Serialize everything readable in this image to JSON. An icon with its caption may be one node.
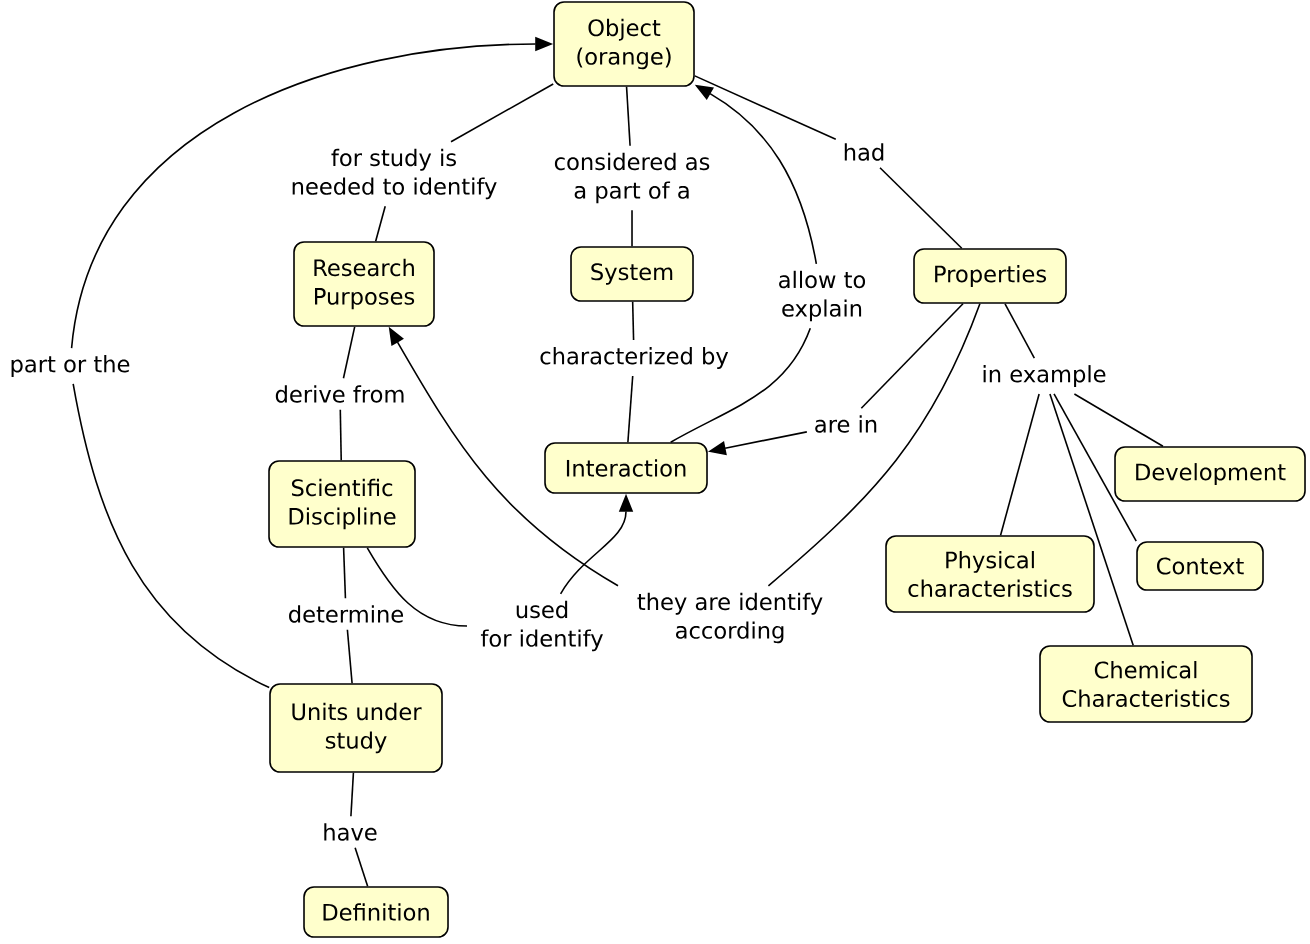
{
  "diagram": {
    "nodes": [
      {
        "text": [
          "Object (orange)"
        ]
      },
      {
        "text": [
          "for study is needed to identify"
        ]
      },
      {
        "text": [
          "considered as a part of a"
        ]
      },
      {
        "text": [
          "had"
        ]
      },
      {
        "text": [
          "Research Purposes"
        ]
      },
      {
        "text": [
          "System"
        ]
      },
      {
        "text": [
          "allow to explain"
        ]
      },
      {
        "text": [
          "Properties"
        ]
      },
      {
        "text": [
          "characterized by"
        ]
      },
      {
        "text": [
          "part or the"
        ]
      },
      {
        "text": [
          "in example"
        ]
      },
      {
        "text": [
          "derive from"
        ]
      },
      {
        "text": [
          "are in"
        ]
      },
      {
        "text": [
          "Interaction"
        ]
      },
      {
        "text": [
          "Development"
        ]
      },
      {
        "text": [
          "Scientific Discipline"
        ]
      },
      {
        "text": [
          "Context"
        ]
      },
      {
        "text": [
          "Physical characteristics"
        ]
      },
      {
        "text": [
          "determine"
        ]
      },
      {
        "text": [
          "used for identify"
        ]
      },
      {
        "text": [
          "they are identify according"
        ]
      },
      {
        "text": [
          "Chemical Characteristics"
        ]
      },
      {
        "text": [
          "Units under study"
        ]
      },
      {
        "text": [
          "have"
        ]
      },
      {
        "text": [
          "Definition"
        ]
      }
    ],
    "edges": [
      {
        "from": 0,
        "to": 1,
        "arrow": "none"
      },
      {
        "from": 1,
        "to": 4,
        "arrow": "none"
      },
      {
        "from": 0,
        "to": 2,
        "arrow": "none"
      },
      {
        "from": 2,
        "to": 5,
        "arrow": "none"
      },
      {
        "from": 5,
        "to": 8,
        "arrow": "none"
      },
      {
        "from": 8,
        "to": 13,
        "arrow": "none"
      },
      {
        "from": 13,
        "to": 6,
        "arrow": "none"
      },
      {
        "from": 6,
        "to": 0,
        "arrow": "to"
      },
      {
        "from": 0,
        "to": 3,
        "arrow": "none"
      },
      {
        "from": 3,
        "to": 7,
        "arrow": "none"
      },
      {
        "from": 7,
        "to": 12,
        "arrow": "none"
      },
      {
        "from": 12,
        "to": 13,
        "arrow": "to"
      },
      {
        "from": 7,
        "to": 10,
        "arrow": "none"
      },
      {
        "from": 10,
        "to": 17,
        "arrow": "none"
      },
      {
        "from": 10,
        "to": 21,
        "arrow": "none"
      },
      {
        "from": 10,
        "to": 16,
        "arrow": "none"
      },
      {
        "from": 10,
        "to": 14,
        "arrow": "none"
      },
      {
        "from": 7,
        "to": 20,
        "arrow": "none"
      },
      {
        "from": 20,
        "to": 4,
        "arrow": "to"
      },
      {
        "from": 4,
        "to": 11,
        "arrow": "none"
      },
      {
        "from": 11,
        "to": 15,
        "arrow": "none"
      },
      {
        "from": 15,
        "to": 18,
        "arrow": "none"
      },
      {
        "from": 18,
        "to": 22,
        "arrow": "none"
      },
      {
        "from": 15,
        "to": 19,
        "arrow": "none"
      },
      {
        "from": 19,
        "to": 13,
        "arrow": "to"
      },
      {
        "from": 22,
        "to": 9,
        "arrow": "none"
      },
      {
        "from": 9,
        "to": 0,
        "arrow": "to"
      },
      {
        "from": 22,
        "to": 23,
        "arrow": "none"
      },
      {
        "from": 23,
        "to": 24,
        "arrow": "none"
      }
    ]
  }
}
